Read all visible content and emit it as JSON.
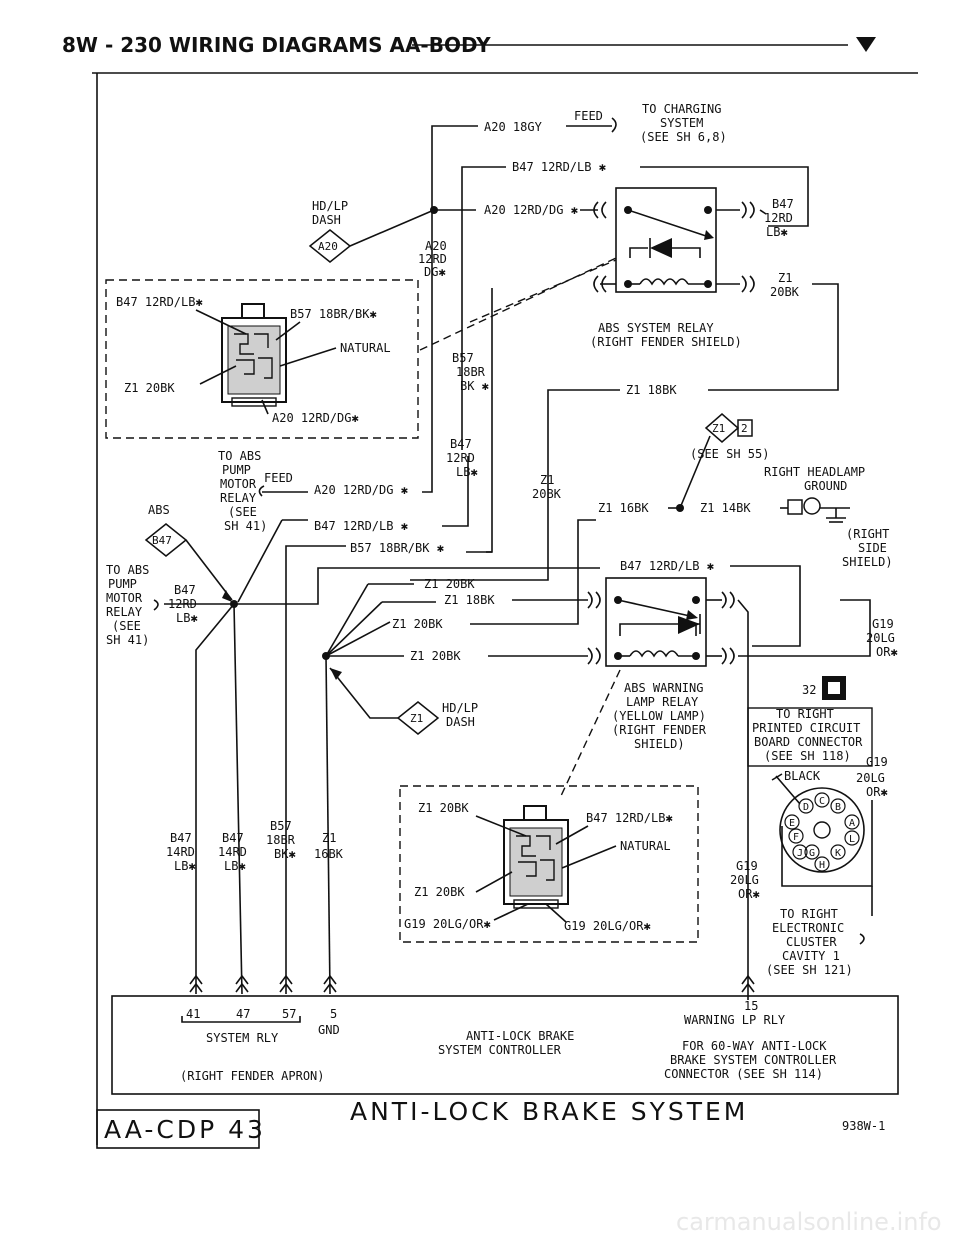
{
  "header": {
    "title": "8W - 230 WIRING DIAGRAMS AA-BODY"
  },
  "charging": {
    "wire": "A20 18GY",
    "feed": "FEED",
    "to": "TO CHARGING",
    "sys": "SYSTEM",
    "see": "(SEE SH 6,8)"
  },
  "hdlp_dash_top": {
    "l1": "HD/LP",
    "l2": "DASH",
    "ref": "A20"
  },
  "top_wires": {
    "b47": "B47 12RD/LB ✱",
    "a20": "A20 12RD/DG ✱",
    "b47_r1": "B47",
    "b47_r2": "12RD",
    "b47_r3": "LB✱",
    "z1_r1": "Z1",
    "z1_r2": "20BK"
  },
  "a20_vert": {
    "l1": "A20",
    "l2": "12RD",
    "l3": "DG✱"
  },
  "abs_relay": {
    "l1": "ABS SYSTEM RELAY",
    "l2": "(RIGHT FENDER SHIELD)"
  },
  "connector1": {
    "b47": "B47 12RD/LB✱",
    "b57": "B57 18BR/BK✱",
    "natural": "NATURAL",
    "z1": "Z1 20BK",
    "a20": "A20 12RD/DG✱"
  },
  "b57_vert": {
    "l1": "B57",
    "l2": "18BR",
    "l3": "BK ✱"
  },
  "z1_18bk": "Z1 18BK",
  "ground": {
    "ref": "Z1",
    "ref2": "2",
    "see": "(SEE SH 55)",
    "l1": "RIGHT HEADLAMP",
    "l2": "GROUND",
    "w1": "Z1 16BK",
    "w2": "Z1 14BK",
    "shield1": "(RIGHT",
    "shield2": "SIDE",
    "shield3": "SHIELD)"
  },
  "b47_vert": {
    "l1": "B47",
    "l2": "12RD",
    "l3": "LB✱"
  },
  "z1_vert": {
    "l1": "Z1",
    "l2": "20BK"
  },
  "abs_feed": {
    "l1": "TO ABS",
    "l2": "PUMP",
    "l3": "MOTOR",
    "l4": "RELAY",
    "l5": "(SEE",
    "l6": "SH 41)",
    "feed": "FEED",
    "wire": "A20 12RD/DG ✱"
  },
  "abs_ref": "ABS",
  "b47_ref": "B47",
  "mid_wires": {
    "b47": "B47 12RD/LB ✱",
    "b57": "B57 18BR/BK ✱",
    "b47b": "B47 12RD/LB ✱"
  },
  "left_relay": {
    "l1": "TO ABS",
    "l2": "PUMP",
    "l3": "MOTOR",
    "l4": "RELAY",
    "l5": "(SEE",
    "l6": "SH 41)",
    "w1": "B47",
    "w2": "12RD",
    "w3": "LB✱"
  },
  "splice_wires": {
    "a": "Z1 20BK",
    "b": "Z1 18BK",
    "c": "Z1 20BK",
    "d": "Z1 20BK"
  },
  "g19_right": {
    "l1": "G19",
    "l2": "20LG",
    "l3": "OR✱"
  },
  "hdlp_dash2": {
    "l1": "HD/LP",
    "l2": "DASH",
    "ref": "Z1"
  },
  "warn_relay": {
    "l1": "ABS WARNING",
    "l2": "LAMP RELAY",
    "l3": "(YELLOW LAMP)",
    "l4": "(RIGHT FENDER",
    "l5": "SHIELD)"
  },
  "pcb": {
    "num": "32",
    "l1": "TO RIGHT",
    "l2": "PRINTED CIRCUIT",
    "l3": "BOARD CONNECTOR",
    "l4": "(SEE SH 118)",
    "g": "G19",
    "black": "BLACK",
    "w2": "20LG",
    "w3": "OR✱"
  },
  "pins": [
    "D",
    "C",
    "B",
    "E",
    "A",
    "F",
    "L",
    "G",
    "K",
    "H",
    "J"
  ],
  "connector2": {
    "z1a": "Z1 20BK",
    "b47": "B47 12RD/LB✱",
    "natural": "NATURAL",
    "z1b": "Z1 20BK",
    "g19a": "G19 20LG/OR✱",
    "g19b": "G19 20LG/OR✱"
  },
  "bottom_wires": [
    {
      "l1": "B47",
      "l2": "14RD",
      "l3": "LB✱"
    },
    {
      "l1": "B47",
      "l2": "14RD",
      "l3": "LB✱"
    },
    {
      "l1": "B57",
      "l2": "18BR",
      "l3": "BK✱"
    },
    {
      "l1": "Z1",
      "l2": "16BK",
      "l3": ""
    }
  ],
  "g19_lower": {
    "l1": "G19",
    "l2": "20LG",
    "l3": "OR✱"
  },
  "cluster": {
    "l1": "TO RIGHT",
    "l2": "ELECTRONIC",
    "l3": "CLUSTER",
    "l4": "CAVITY 1",
    "l5": "(SEE SH 121)"
  },
  "controller": {
    "p41": "41",
    "p47": "47",
    "p57": "57",
    "p5": "5",
    "p15": "15",
    "sysrly": "SYSTEM RLY",
    "gnd": "GND",
    "warn": "WARNING LP RLY",
    "name1": "ANTI-LOCK BRAKE",
    "name2": "SYSTEM CONTROLLER",
    "loc": "(RIGHT FENDER APRON)",
    "for1": "FOR 60-WAY ANTI-LOCK",
    "for2": "BRAKE SYSTEM CONTROLLER",
    "for3": "CONNECTOR (SEE SH 114)"
  },
  "footer": {
    "code": "AA-CDP 43",
    "title": "ANTI-LOCK BRAKE SYSTEM",
    "num": "938W-1"
  },
  "watermark": "carmanualsonline.info"
}
